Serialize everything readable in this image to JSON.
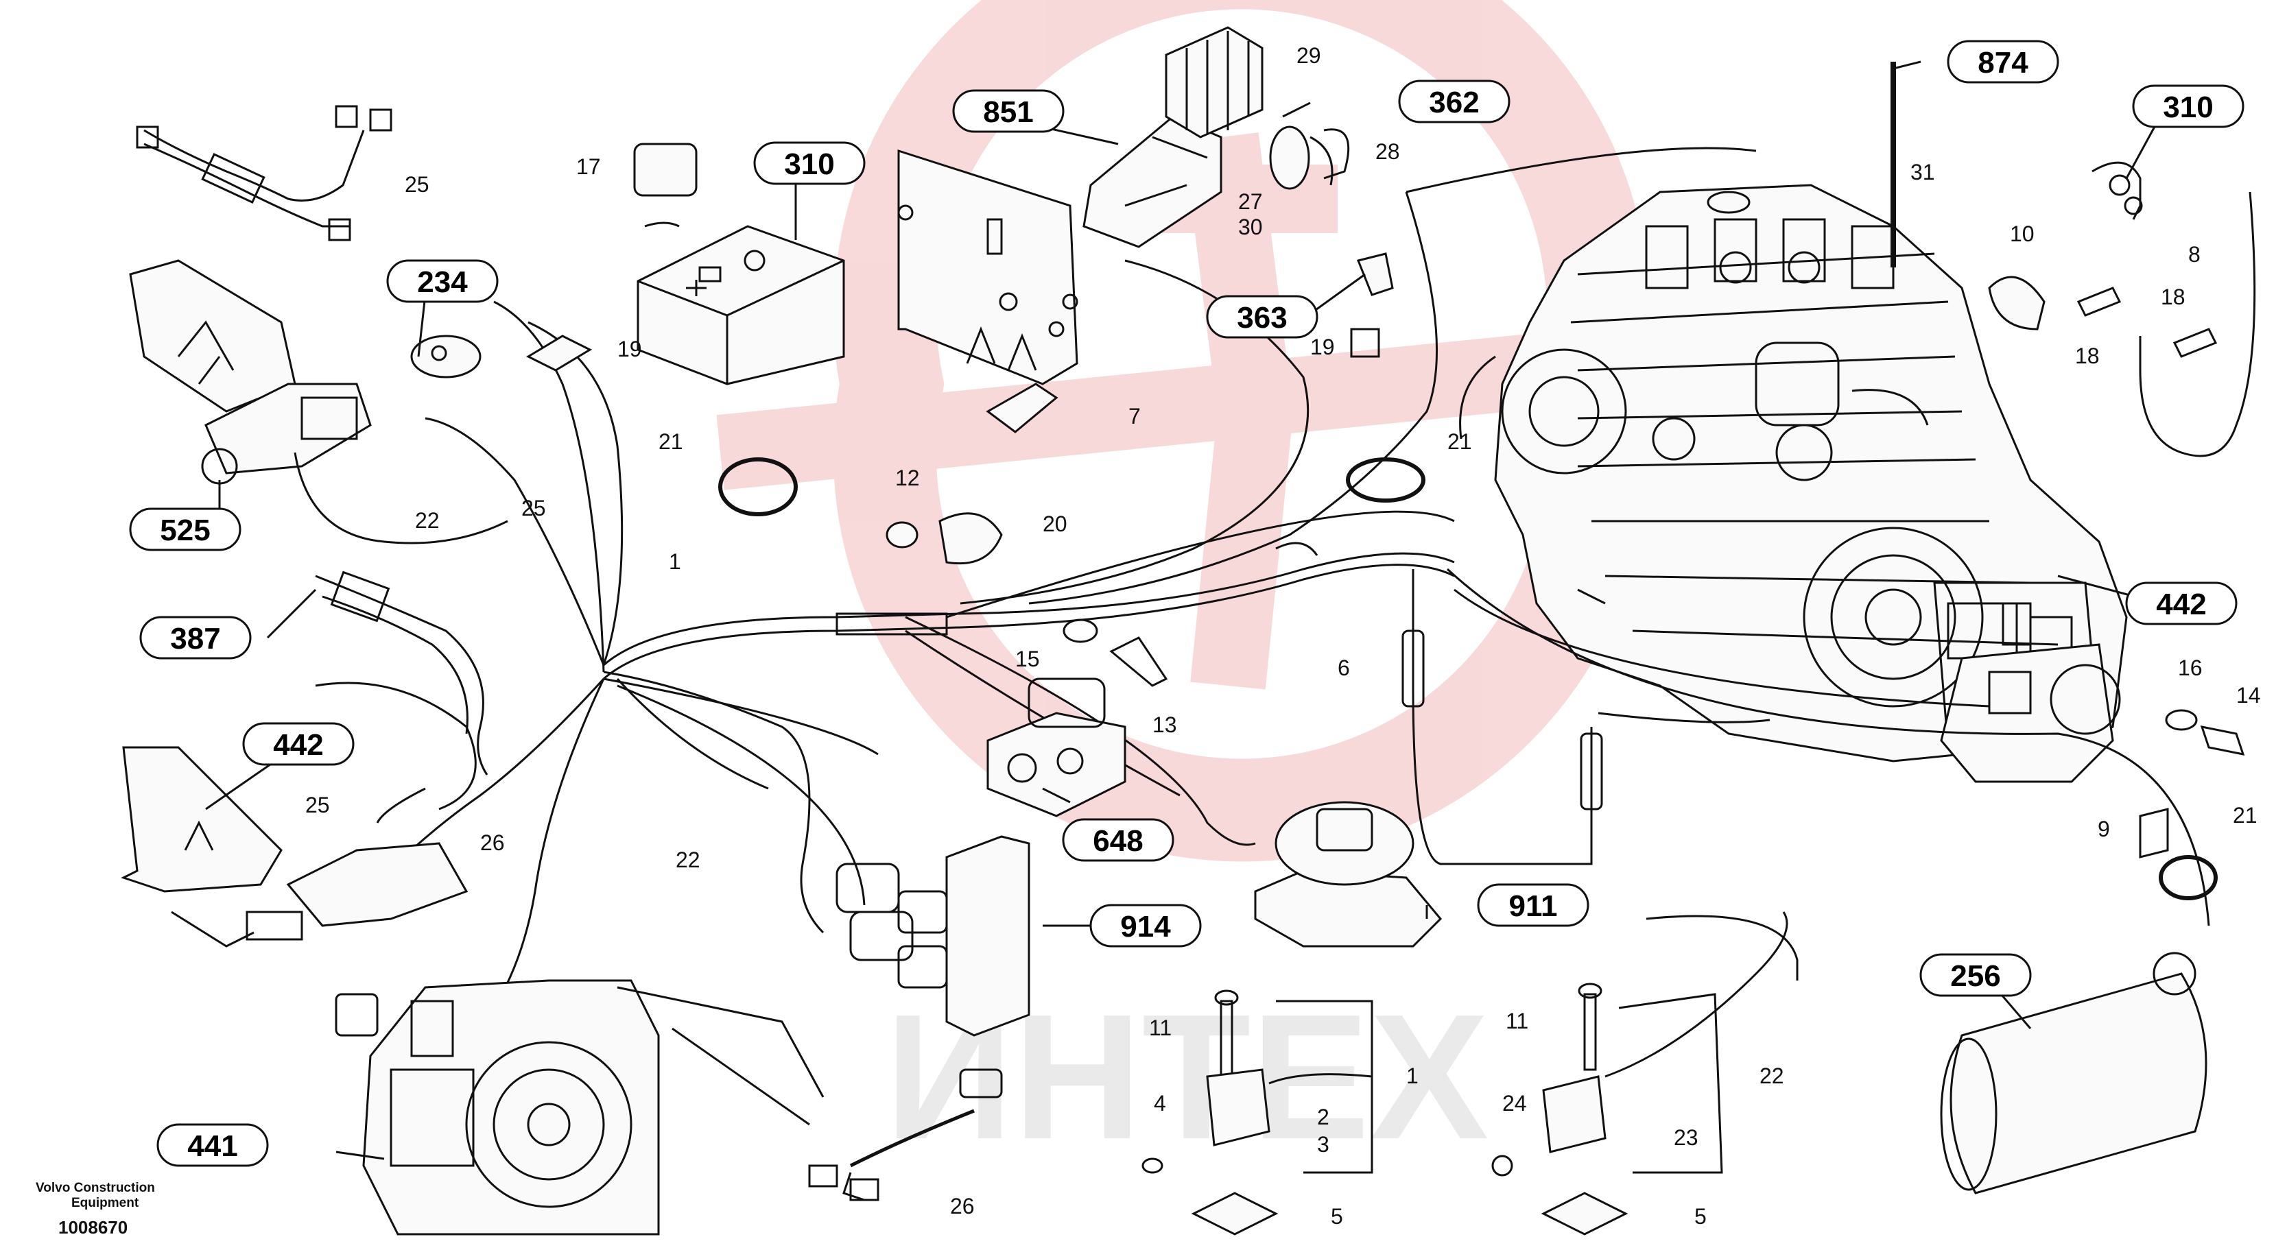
{
  "diagram": {
    "reference_labels": [
      "874",
      "310",
      "851",
      "362",
      "310",
      "234",
      "363",
      "525",
      "387",
      "442",
      "442",
      "648",
      "914",
      "911",
      "256",
      "441"
    ],
    "part_numbers": [
      "25",
      "29",
      "28",
      "27",
      "30",
      "17",
      "31",
      "10",
      "8",
      "18",
      "18",
      "19",
      "7",
      "21",
      "21",
      "12",
      "20",
      "1",
      "22",
      "25",
      "6",
      "15",
      "13",
      "16",
      "14",
      "9",
      "21",
      "22",
      "26",
      "25",
      "11",
      "1",
      "2",
      "3",
      "4",
      "5",
      "11",
      "22",
      "24",
      "23",
      "5",
      "26",
      "19"
    ],
    "watermark": "ИНТЕХ"
  },
  "footer": {
    "brand_line1": "Volvo Construction",
    "brand_line2": "Equipment",
    "doc_number": "1008670"
  }
}
